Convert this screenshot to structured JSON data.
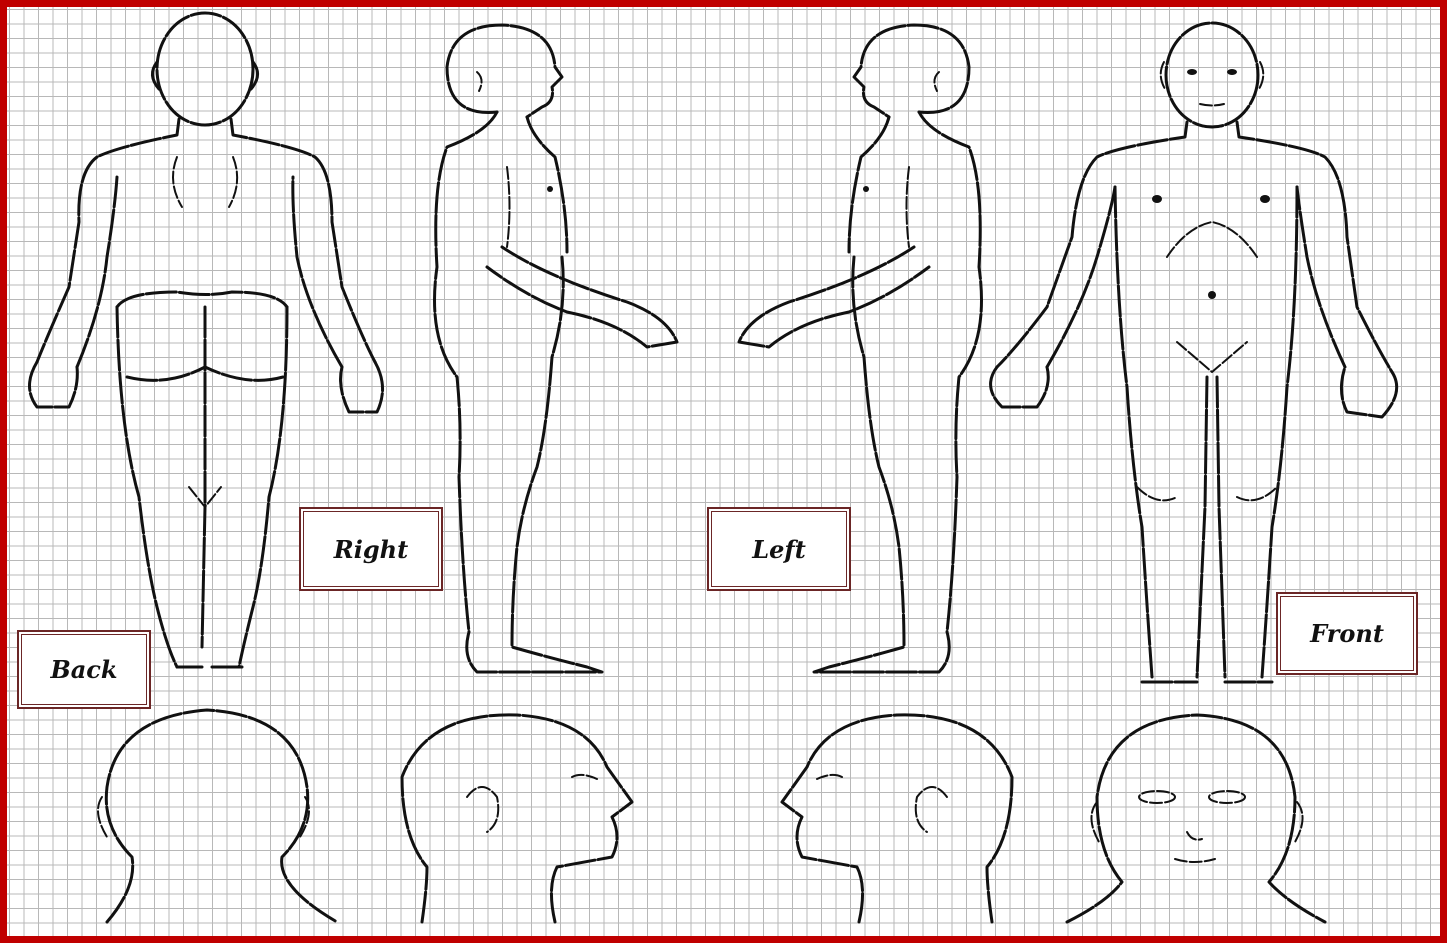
{
  "labels": {
    "back": "Back",
    "right": "Right",
    "left": "Left",
    "front": "Front"
  },
  "colors": {
    "border": "#c00000",
    "label_border": "#6b2626",
    "grid_line": "#b8b8b8",
    "outline": "#111111"
  }
}
